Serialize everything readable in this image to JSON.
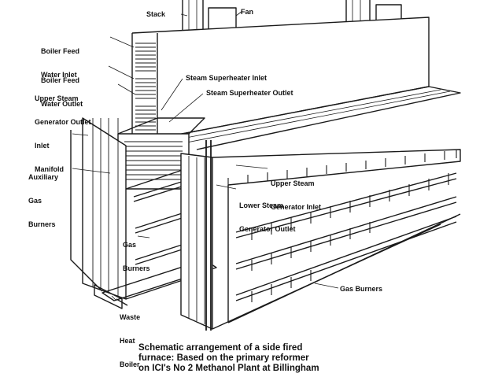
{
  "diagram": {
    "labels": {
      "stack": "Stack",
      "fan": "Fan",
      "boiler_feed_water_inlet": [
        "Boiler Feed",
        "Water Inlet"
      ],
      "boiler_feed_water_outlet": [
        "Boiler Feed",
        "Water Outlet"
      ],
      "upper_steam_generator_outlet": [
        "Upper Steam",
        "Generator Outlet"
      ],
      "steam_superheater_inlet": "Steam Superheater Inlet",
      "steam_superheater_outlet": "Steam Superheater Outlet",
      "inlet_manifold": [
        "Inlet",
        "Manifold"
      ],
      "auxiliary_gas_burners": [
        "Auxiliary",
        "Gas",
        "Burners"
      ],
      "upper_steam_generator_inlet": [
        "Upper Steam",
        "Generator Inlet"
      ],
      "lower_steam_generator_outlet": [
        "Lower Steam",
        "Generator Outlet"
      ],
      "gas_burners_left": [
        "Gas",
        "Burners"
      ],
      "gas_burners_right": "Gas Burners",
      "waste_heat_boiler": [
        "Waste",
        "Heat",
        "Boiler"
      ]
    },
    "caption": [
      "Schematic arrangement of a side fired",
      "furnace: Based on the primary reformer",
      "on ICI's No 2 Methanol Plant at Billingham"
    ]
  }
}
